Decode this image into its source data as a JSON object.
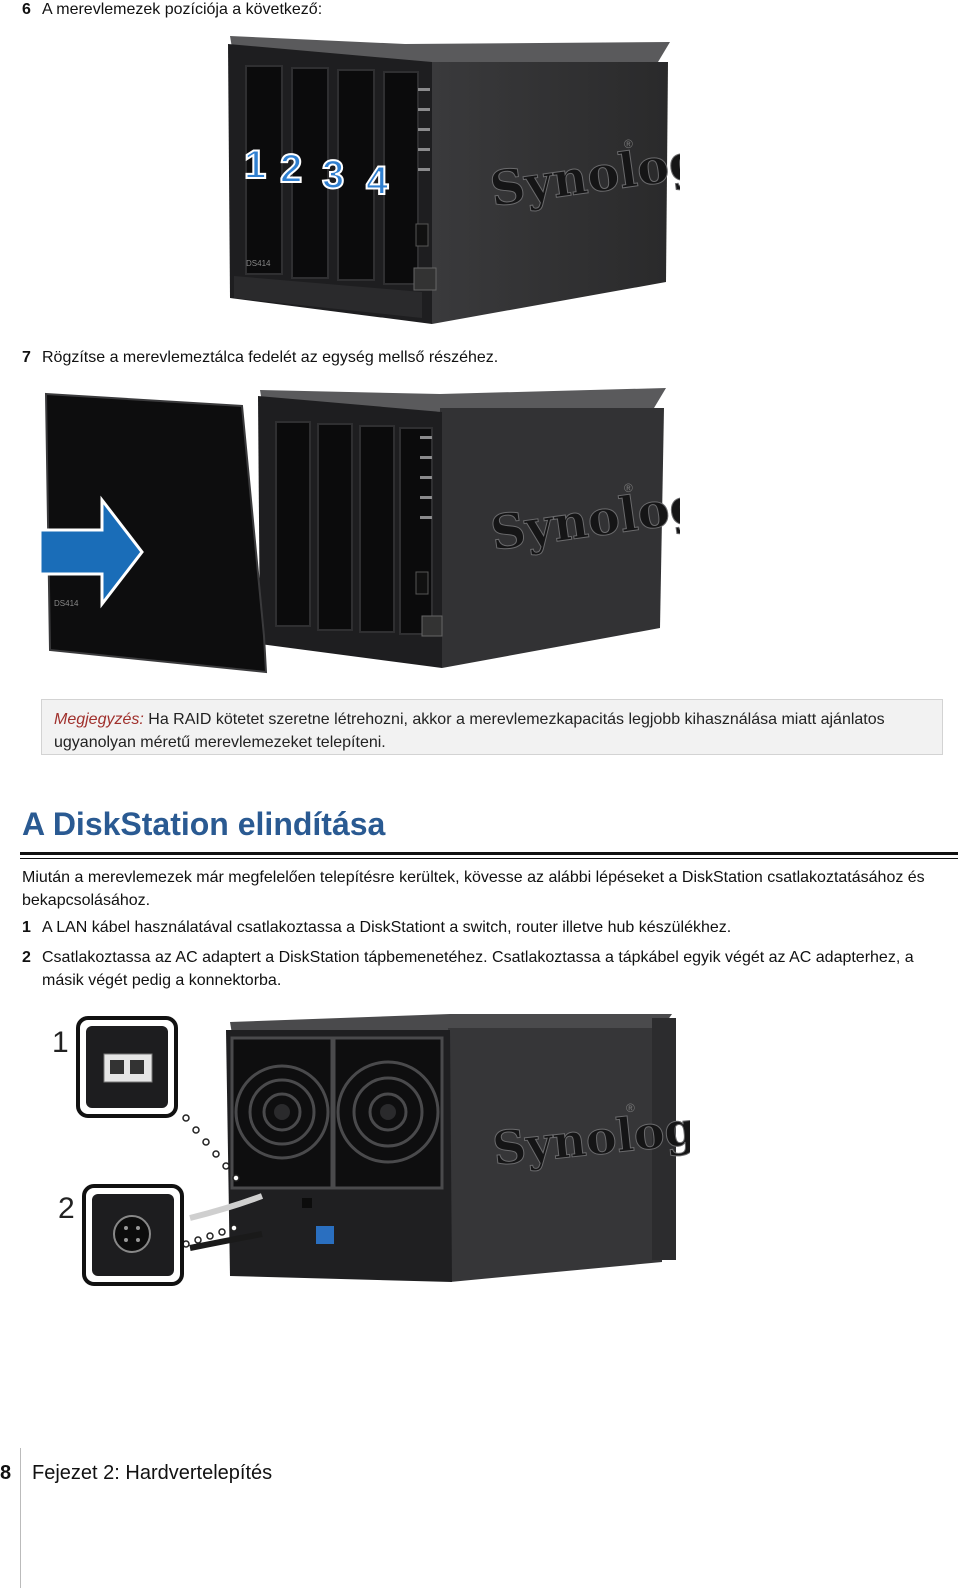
{
  "steps": {
    "s6": {
      "num": "6",
      "text": "A merevlemezek pozíciója a következő:"
    },
    "s7": {
      "num": "7",
      "text": "Rögzítse a merevlemeztálca fedelét az egység mellső részéhez."
    }
  },
  "figure1": {
    "bay_numbers": [
      "1",
      "2",
      "3",
      "4"
    ],
    "brand": "Synology",
    "reg": "®",
    "model": "DS414"
  },
  "figure2": {
    "brand": "Synology",
    "reg": "®",
    "model": "DS414",
    "arrow_color": "#1a6db8"
  },
  "note": {
    "label": "Megjegyzés:",
    "text": " Ha RAID kötetet szeretne létrehozni, akkor a merevlemezkapacitás legjobb kihasználása miatt ajánlatos ugyanolyan méretű merevlemezeket telepíteni."
  },
  "section": {
    "title": "A DiskStation elindítása",
    "intro": "Miután a merevlemezek már megfelelően telepítésre kerültek, kövesse az alábbi lépéseket a DiskStation csatlakoztatásához és bekapcsolásához.",
    "steps": [
      {
        "num": "1",
        "text": "A LAN kábel használatával csatlakoztassa a DiskStationt a switch, router illetve hub készülékhez."
      },
      {
        "num": "2",
        "text": "Csatlakoztassa az AC adaptert a DiskStation tápbemenetéhez. Csatlakoztassa a tápkábel egyik végét az AC adapterhez, a másik végét pedig a konnektorba."
      }
    ]
  },
  "figure3": {
    "callout1": "1",
    "callout2": "2",
    "brand": "Synology",
    "reg": "®"
  },
  "footer": {
    "page": "8",
    "chapter": "Fejezet 2: Hardvertelepítés"
  },
  "colors": {
    "title": "#2a5a92",
    "note_label": "#a0302c",
    "note_bg": "#f2f2f2",
    "device": "#2b2b2d"
  }
}
